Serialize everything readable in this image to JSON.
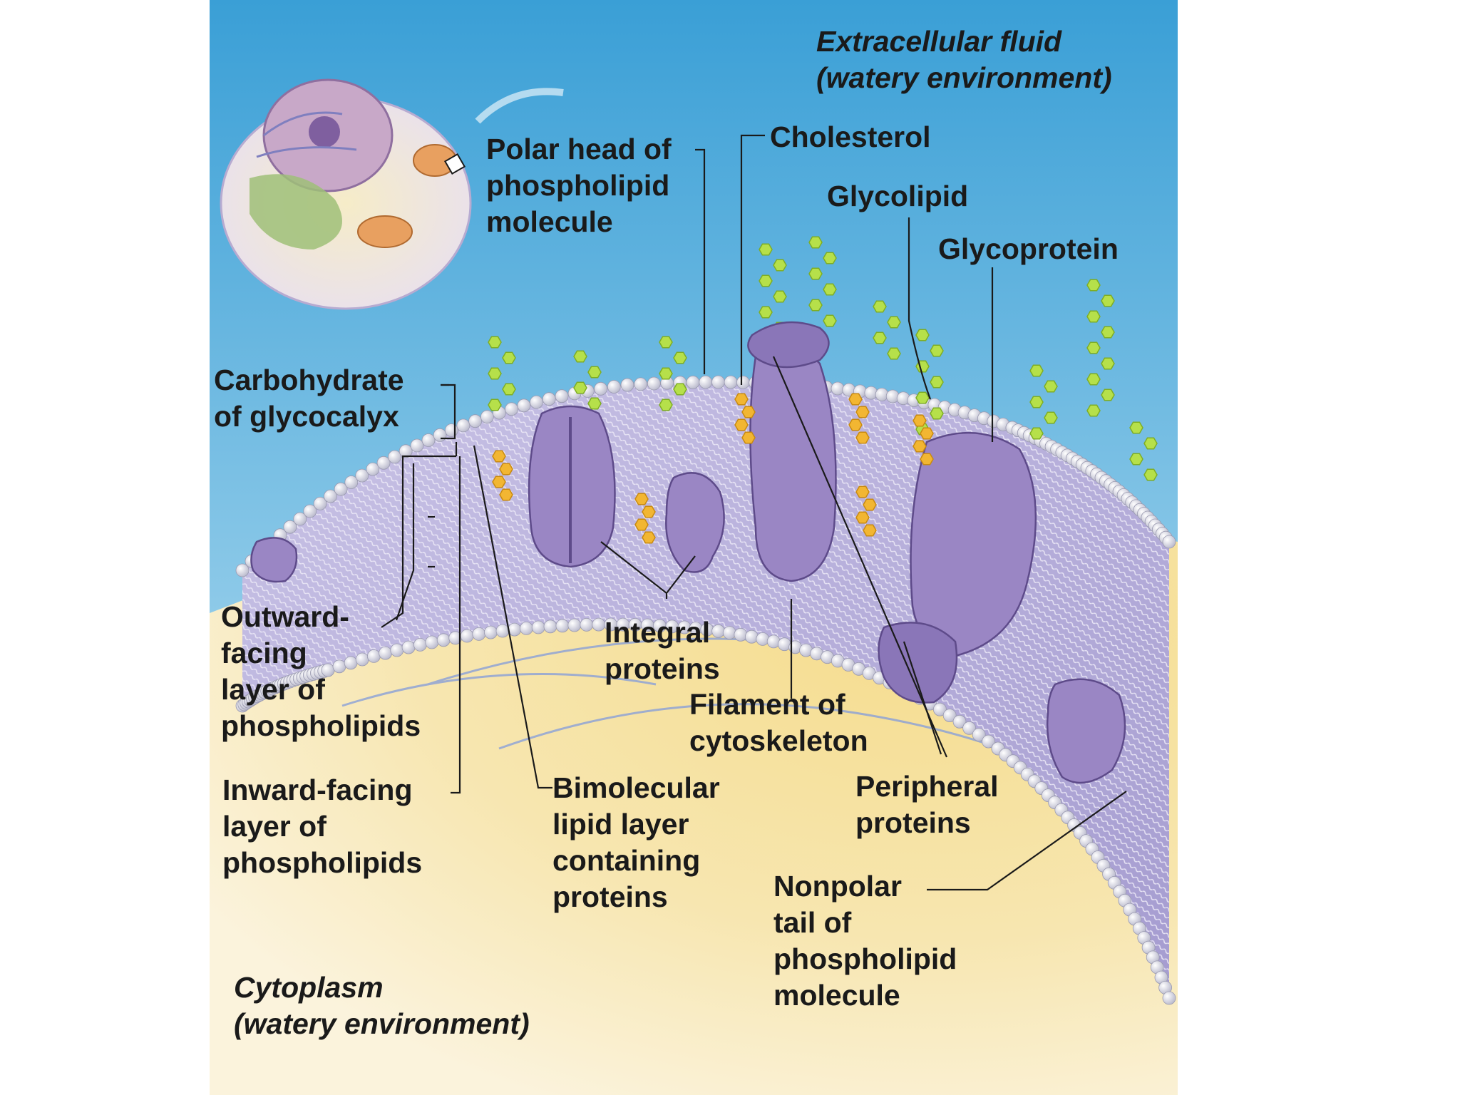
{
  "diagram": {
    "env_labels": {
      "extracellular": [
        "Extracellular fluid",
        "(watery environment)"
      ],
      "cytoplasm": [
        "Cytoplasm",
        "(watery environment)"
      ]
    },
    "labels": {
      "polar_head": [
        "Polar head of",
        "phospholipid",
        "molecule"
      ],
      "cholesterol": [
        "Cholesterol"
      ],
      "glycolipid": [
        "Glycolipid"
      ],
      "glycoprotein": [
        "Glycoprotein"
      ],
      "carbohydrate": [
        "Carbohydrate",
        "of glycocalyx"
      ],
      "outward_layer": [
        "Outward-",
        "facing",
        "layer of",
        "phospholipids"
      ],
      "inward_layer": [
        "Inward-facing",
        "layer of",
        "phospholipids"
      ],
      "integral_proteins": [
        "Integral",
        "proteins"
      ],
      "filament": [
        "Filament of",
        "cytoskeleton"
      ],
      "bimolecular": [
        "Bimolecular",
        "lipid layer",
        "containing",
        "proteins"
      ],
      "peripheral": [
        "Peripheral",
        "proteins"
      ],
      "nonpolar_tail": [
        "Nonpolar",
        "tail of",
        "phospholipid",
        "molecule"
      ]
    },
    "colors": {
      "extracellular_top": "#3a9fd6",
      "extracellular_bottom": "#d9eef7",
      "cytoplasm": "#f3d98a",
      "protein": "#9a86c4",
      "protein_dark": "#6f5a9e",
      "phospholipid_head": "#e6e6f0",
      "membrane_tail": "#b6b0d8",
      "cholesterol": "#f2b632",
      "carbohydrate": "#b6e04a",
      "leader_line": "#1a1a1a"
    }
  }
}
